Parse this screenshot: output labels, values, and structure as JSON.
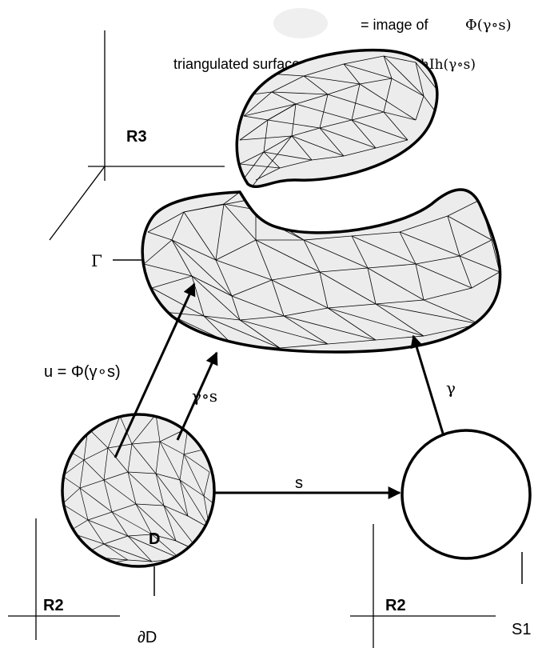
{
  "legend": {
    "smooth_prefix": "= image of",
    "smooth_map": "Φ(γ∘s)",
    "triangulated_prefix": "triangulated surface = image of",
    "triangulated_map": "ΦhIh(γ∘s)"
  },
  "labels": {
    "r3_space": "R3",
    "gamma_curve": "Γ",
    "u_map": "u = Φ(γ∘s)",
    "gamma_s_map": "γ∘s",
    "gamma_map": "γ",
    "s_map": "s",
    "disk": "D",
    "r2_left": "R2",
    "disk_boundary": "∂D",
    "r2_right": "R2",
    "circle": "S1"
  },
  "colors": {
    "surface_fill": "#ececec",
    "blob": "#eeeeee",
    "ink": "#000000"
  }
}
